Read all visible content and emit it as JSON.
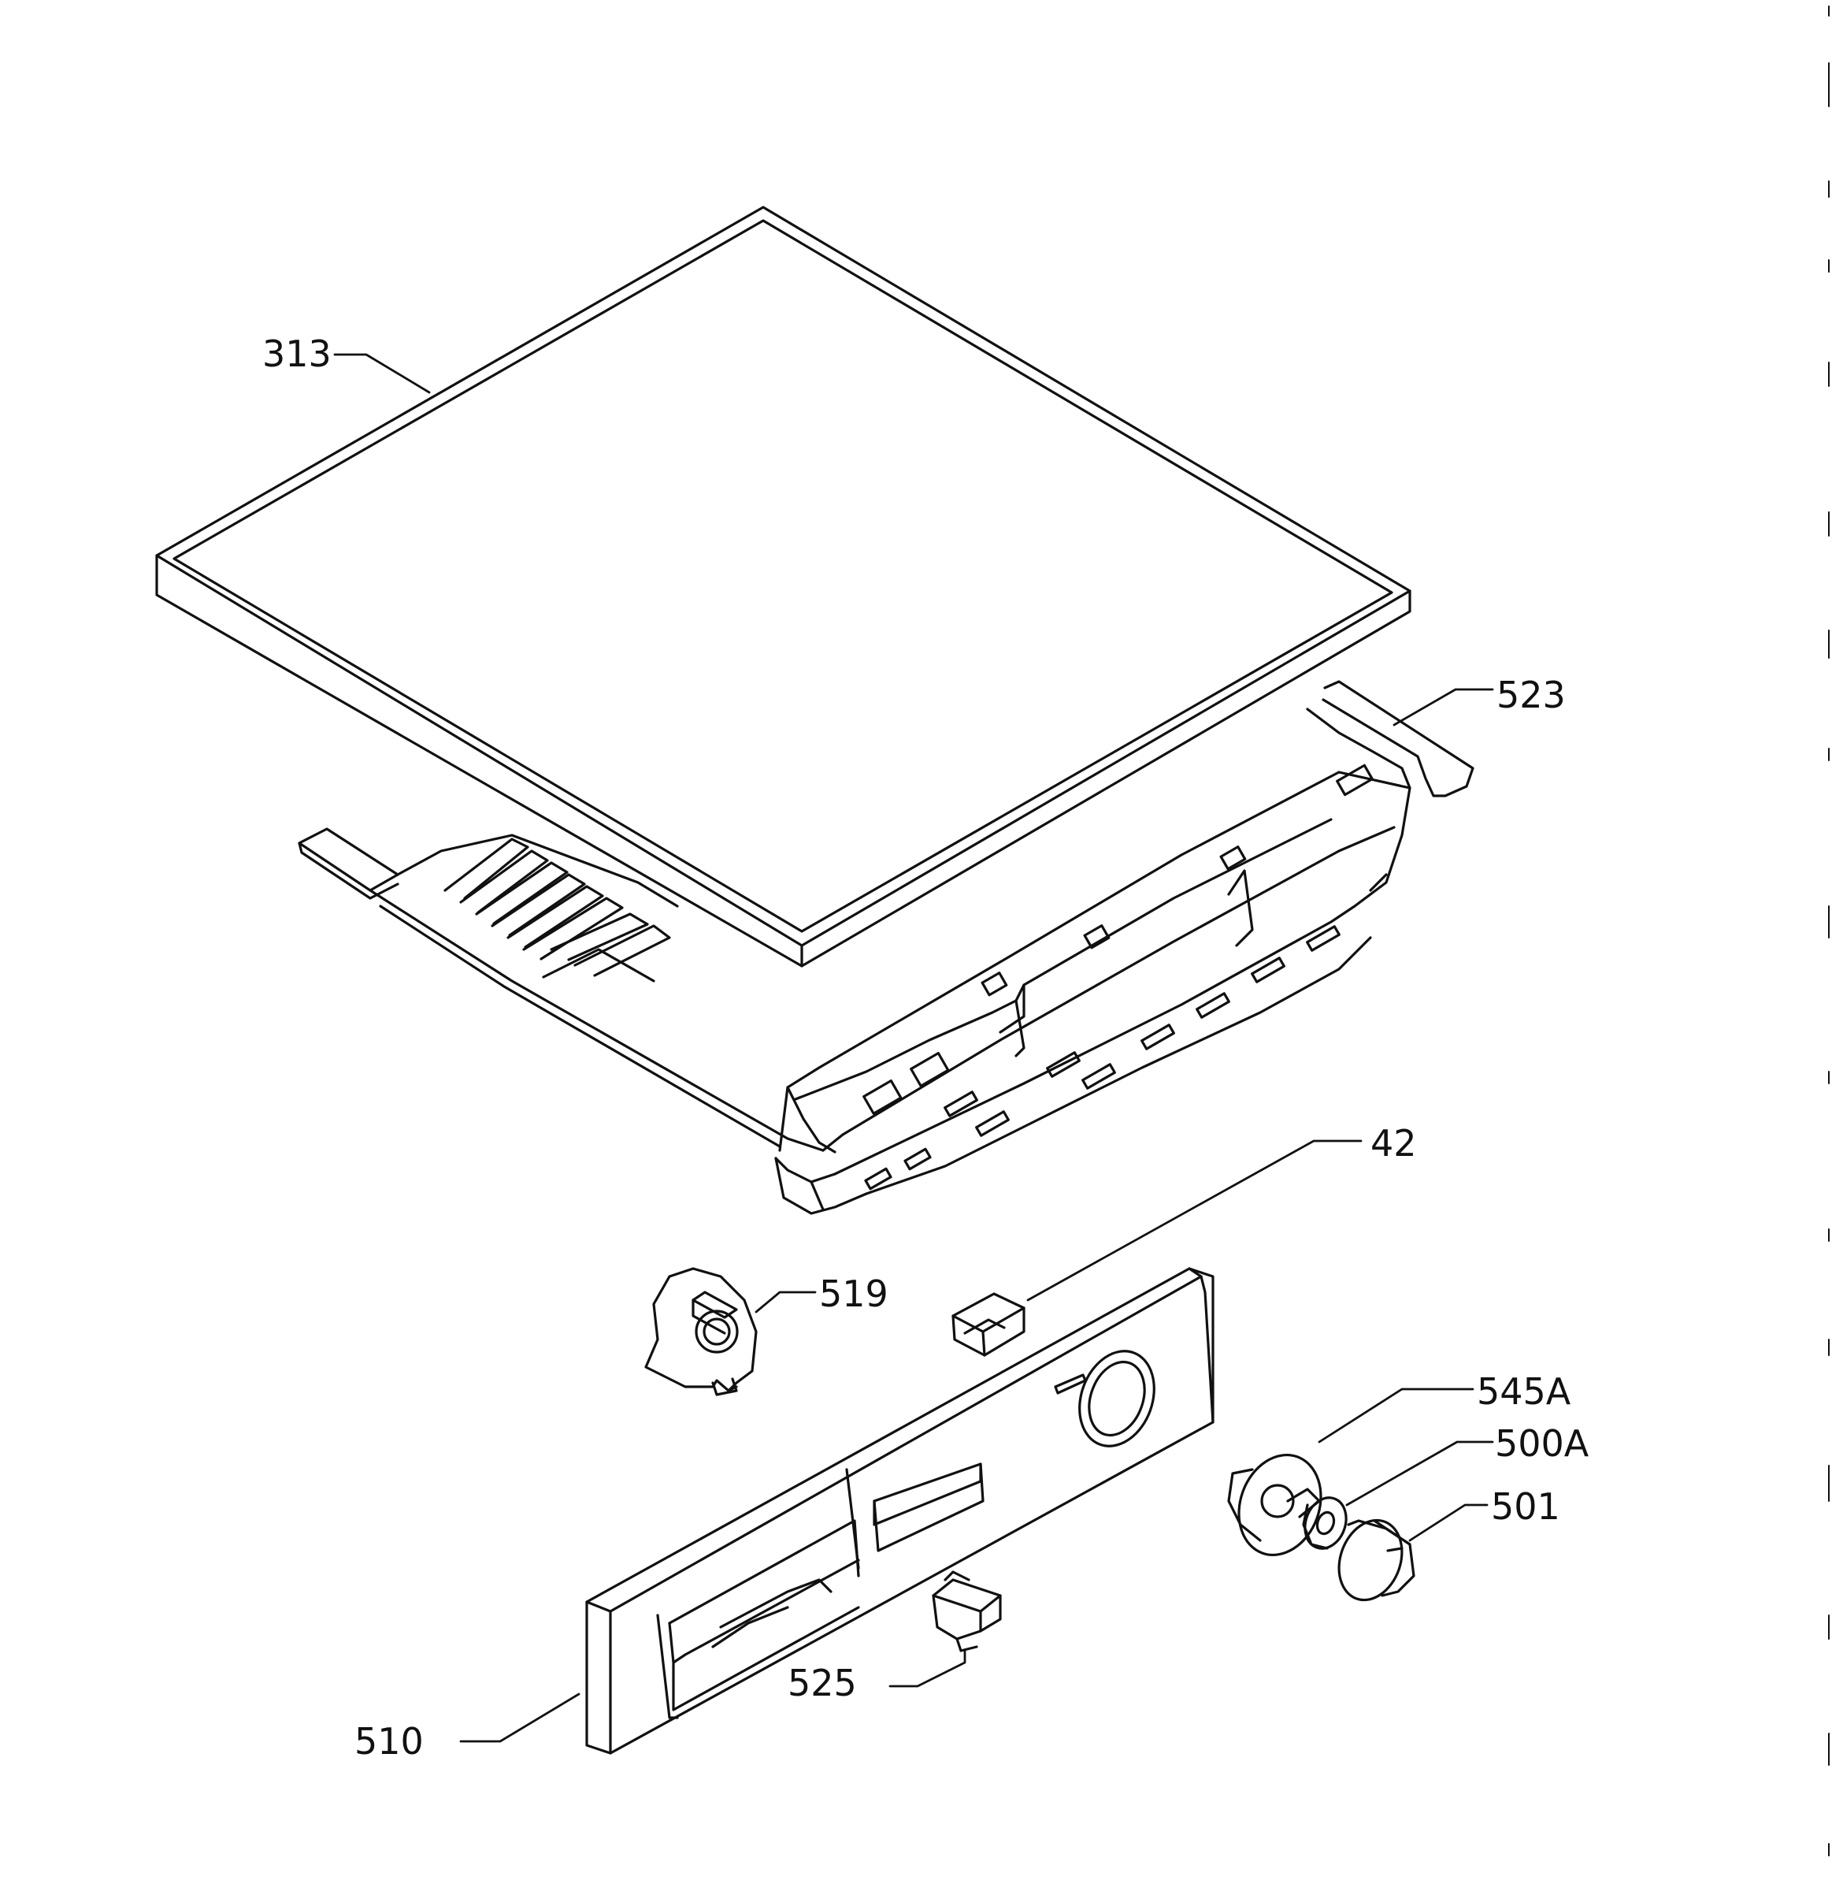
{
  "colors": {
    "line": "#111111",
    "paper": "#ffffff"
  },
  "parts": {
    "p313": "313",
    "p523": "523",
    "p42": "42",
    "p519": "519",
    "p545a": "545A",
    "p500a": "500A",
    "p501": "501",
    "p525": "525",
    "p510": "510"
  }
}
